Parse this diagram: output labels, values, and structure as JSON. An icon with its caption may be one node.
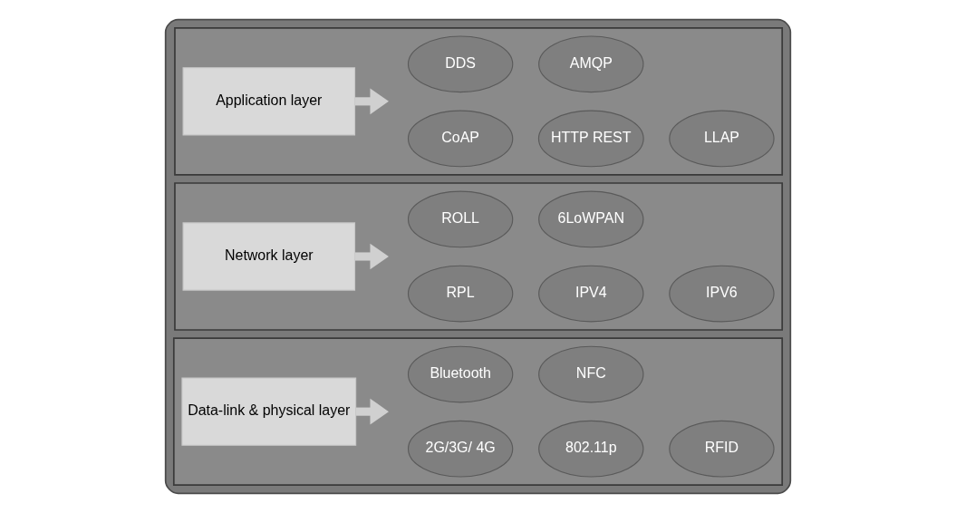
{
  "diagram": {
    "nodes": [
      {
        "text": [],
        "shape": "box"
      },
      {
        "text": [],
        "shape": "band",
        "in": 0
      },
      {
        "text": [
          "Application layer"
        ],
        "in": 1
      },
      {
        "text": [
          "CoAP"
        ],
        "in": 1
      },
      {
        "text": [
          "HTTP REST"
        ],
        "in": 1
      },
      {
        "text": [
          "LLAP"
        ],
        "in": 1
      },
      {
        "text": [
          "DDS"
        ],
        "in": 1
      },
      {
        "text": [
          "AMQP"
        ],
        "in": 1
      },
      {
        "text": [],
        "shape": "band",
        "in": 0
      },
      {
        "text": [
          "Network layer"
        ],
        "in": 8
      },
      {
        "text": [
          "RPL"
        ],
        "in": 8
      },
      {
        "text": [
          "IPV4"
        ],
        "in": 8
      },
      {
        "text": [
          "IPV6"
        ],
        "in": 8
      },
      {
        "text": [
          "ROLL"
        ],
        "in": 8
      },
      {
        "text": [
          "6LoWPAN"
        ],
        "in": 8
      },
      {
        "text": [],
        "shape": "band",
        "in": 0
      },
      {
        "text": [
          "Data-link & physical layer"
        ],
        "in": 15
      },
      {
        "text": [
          "2G/3G/ 4G"
        ],
        "in": 15
      },
      {
        "text": [
          "802.11p"
        ],
        "in": 15
      },
      {
        "text": [
          "RFID"
        ],
        "in": 15
      },
      {
        "text": [
          "Bluetooth"
        ],
        "in": 15
      },
      {
        "text": [
          "NFC"
        ],
        "in": 15
      }
    ],
    "edges": [
      {
        "from": 2,
        "to": null,
        "arrow": "to"
      },
      {
        "from": 9,
        "to": null,
        "arrow": "to"
      },
      {
        "from": 16,
        "to": null,
        "arrow": "to"
      }
    ]
  }
}
